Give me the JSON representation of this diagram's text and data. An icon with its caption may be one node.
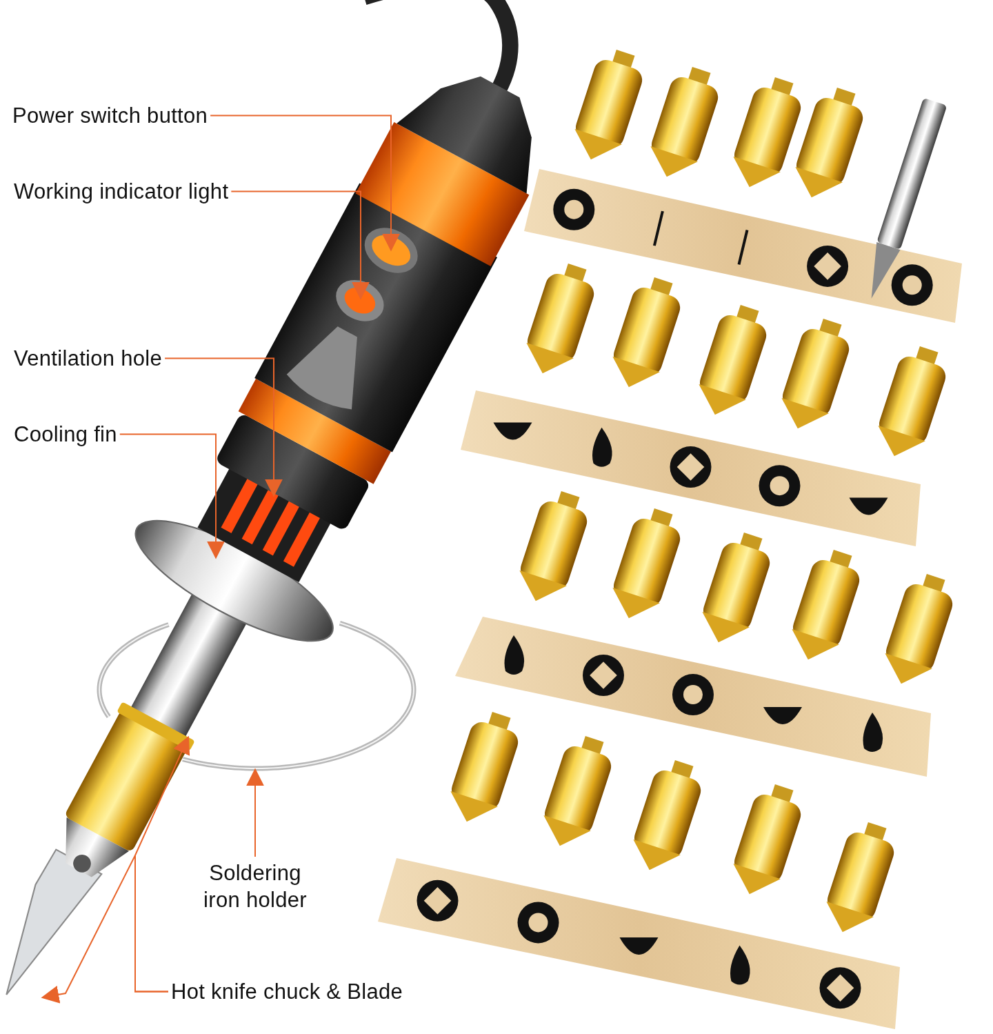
{
  "diagram": {
    "nodes": [
      {
        "text": [
          "Power switch button"
        ]
      },
      {
        "text": [
          "Working indicator light"
        ]
      },
      {
        "text": [
          "Ventilation hole"
        ]
      },
      {
        "text": [
          "Cooling fin"
        ]
      },
      {
        "text": [
          "Soldering iron holder"
        ]
      },
      {
        "text": [
          "Hot knife chuck & Blade"
        ]
      },
      {
        "text": [],
        "shape": "picture"
      },
      {
        "text": [],
        "shape": "picture"
      }
    ],
    "edges": [
      {
        "from": 0,
        "to": null,
        "arrow": "to"
      },
      {
        "from": 1,
        "to": null,
        "arrow": "to"
      },
      {
        "from": 2,
        "to": null,
        "arrow": "to"
      },
      {
        "from": 3,
        "to": null,
        "arrow": "to"
      },
      {
        "from": 4,
        "to": 6,
        "arrow": "to"
      },
      {
        "from": 5,
        "to": 7,
        "arrow": "to"
      },
      {
        "from": 5,
        "to": null,
        "arrow": "to"
      }
    ]
  }
}
